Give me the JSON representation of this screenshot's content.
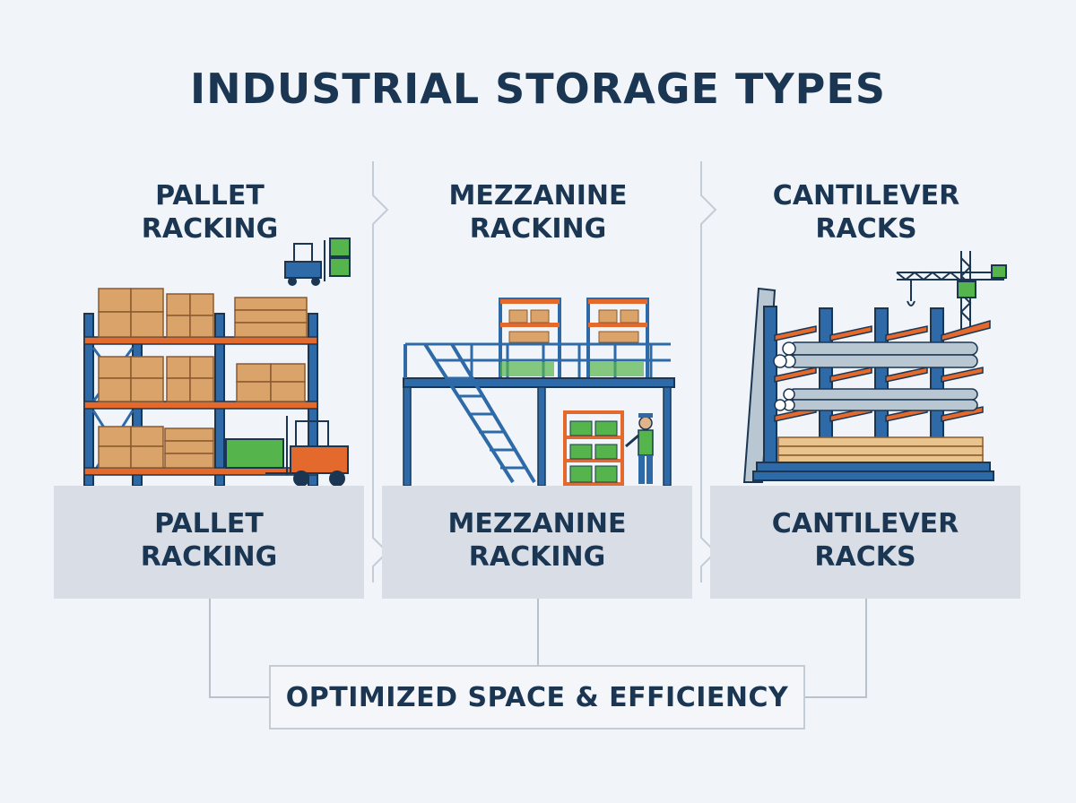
{
  "title": "INDUSTRIAL STORAGE TYPES",
  "columns": [
    {
      "heading_line1": "PALLET",
      "heading_line2": "RACKING",
      "label_line1": "PALLET",
      "label_line2": "RACKING"
    },
    {
      "heading_line1": "MEZZANINE",
      "heading_line2": "RACKING",
      "label_line1": "MEZZANINE",
      "label_line2": "RACKING"
    },
    {
      "heading_line1": "CANTILEVER",
      "heading_line2": "RACKS",
      "label_line1": "CANTILEVER",
      "label_line2": "RACKS"
    }
  ],
  "summary": "OPTIMIZED SPACE & EFFICIENCY",
  "colors": {
    "navy": "#1b3652",
    "rack_blue": "#2f6aa8",
    "beam_orange": "#e4692d",
    "box_tan": "#d9a36a",
    "green": "#55b44b",
    "steel": "#b9c7d3",
    "wood": "#e8c48c"
  },
  "icons": [
    "forklift-icon",
    "crane-icon",
    "worker-icon"
  ]
}
